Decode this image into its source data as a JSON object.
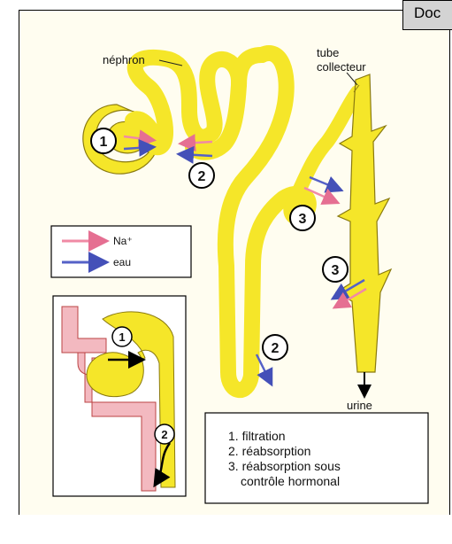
{
  "doc_tab": "Doc",
  "labels": {
    "nephron": "néphron",
    "tube_collecteur_1": "tube",
    "tube_collecteur_2": "collecteur",
    "urine": "urine"
  },
  "legend_small": {
    "na": "Na⁺",
    "eau": "eau"
  },
  "legend_numbers": {
    "items": [
      "1. filtration",
      "2. réabsorption",
      "3. réabsorption sous",
      "contrôle hormonal"
    ]
  },
  "markers": {
    "one": "1",
    "two": "2",
    "three": "3"
  },
  "colors": {
    "tube": "#f5e629",
    "na_arrow": "#f08aa5",
    "eau_arrow": "#5561c7",
    "vessel": "#f3b9c0"
  }
}
